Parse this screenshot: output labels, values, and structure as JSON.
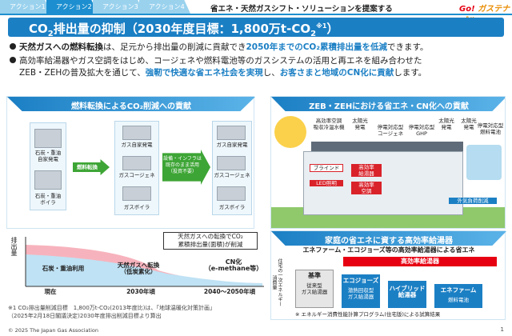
{
  "tabs": [
    "アクション1",
    "アクション2",
    "アクション3",
    "アクション4"
  ],
  "subtitle": "省エネ・天然ガスシフト・ソリューションを提案する",
  "logo": {
    "a": "Go! ",
    "b": "ガステナブル"
  },
  "title": {
    "pre": "CO",
    "sub": "2",
    "post": "排出量の抑制（2030年度目標：1,800万t-CO",
    "sub2": "2",
    "sup": "※1",
    "end": "）"
  },
  "bullet1": {
    "a": "天然ガスへの燃料転換",
    "b": "は、足元から排出量の削減に貢献でき",
    "c": "2050年までのCO₂累積排出量を低減",
    "d": "できます。"
  },
  "bullet2": {
    "a": "高効率給湯器やガス空調をはじめ、コージェネや燃料電池等のガスシステムの活用と再エネを組み合わせた",
    "b": "ZEB・ZEHの普及拡大を通じて、",
    "c": "強靭で快適な省エネ社会を実現",
    "d": "し、",
    "e": "お客さまと地域のCN化に貢献",
    "f": "します。"
  },
  "panel_fuel": {
    "head": "燃料転換によるCO₂削減への貢献",
    "left1": "石炭・重油\n自家発電",
    "left2": "石炭・重油\nボイラ",
    "arrow": "燃料転換",
    "mid1": "ガス自家発電",
    "mid2": "ガスコージェネ",
    "mid3": "ガスボイラ",
    "note": "設備・インフラは\n既存のまま活用\n（投資不要）",
    "r1": "ガス自家発電",
    "r2": "ガスコージェネ",
    "r3": "ガスボイラ"
  },
  "chart": {
    "ylabel": "排出量",
    "callout": "天然ガスへの転換でCO₂\n累積排出量(面積)が削減",
    "l1": "石炭・重油利用",
    "l2": "天然ガスへ転換\n（低炭素化）",
    "l3": "CN化\n（e-methane等）",
    "x1": "現在",
    "x2": "2030年頃",
    "x3": "2040～2050年頃"
  },
  "panel_zeb": {
    "head": "ZEB・ZEHにおける省エネ・CN化への貢献",
    "labels": [
      "高効率空調\n吸収冷温水機",
      "太陽光\n発電",
      "停電対応型\nコージェネ",
      "停電対応型\nGHP",
      "太陽光\n発電",
      "太陽光\n発電",
      "停電対応型\n燃料電池"
    ],
    "chips": [
      "ブラインド",
      "LED照明",
      "高効率\n給湯器",
      "高効率\n空調",
      "外気負荷削減"
    ]
  },
  "panel_home": {
    "head": "家庭の省エネに資する高効率給湯器",
    "subhead": "エネファーム・エコジョーズ等の高効率給湯器による省エネ",
    "yaxis": "住宅の一次エネルギー消費量",
    "high": "高効率給湯器",
    "cols": [
      {
        "t": "基準",
        "s": "従来型\nガス給湯器"
      },
      {
        "t": "エコジョーズ",
        "s": "潜熱回収型\nガス給湯器"
      },
      {
        "t": "ハイブリッド\n給湯器",
        "s": ""
      },
      {
        "t": "エネファーム",
        "s": "燃料電池"
      }
    ],
    "footnote": "※ エネルギー消費性能計算プログラム(住宅版)による試算結果"
  },
  "footnote": "※1 CO₂排出量削減目標　1,800万t-CO₂(2013年度比)は、「地球温暖化対策計画」\n（2025年2月18日閣議決定)2030年度排出削減目標より算出",
  "copyright": "© 2025 The Japan Gas Association",
  "page": "1",
  "colors": {
    "primary": "#1b7fc4",
    "accent": "#e60012",
    "red": "#d9222a"
  }
}
